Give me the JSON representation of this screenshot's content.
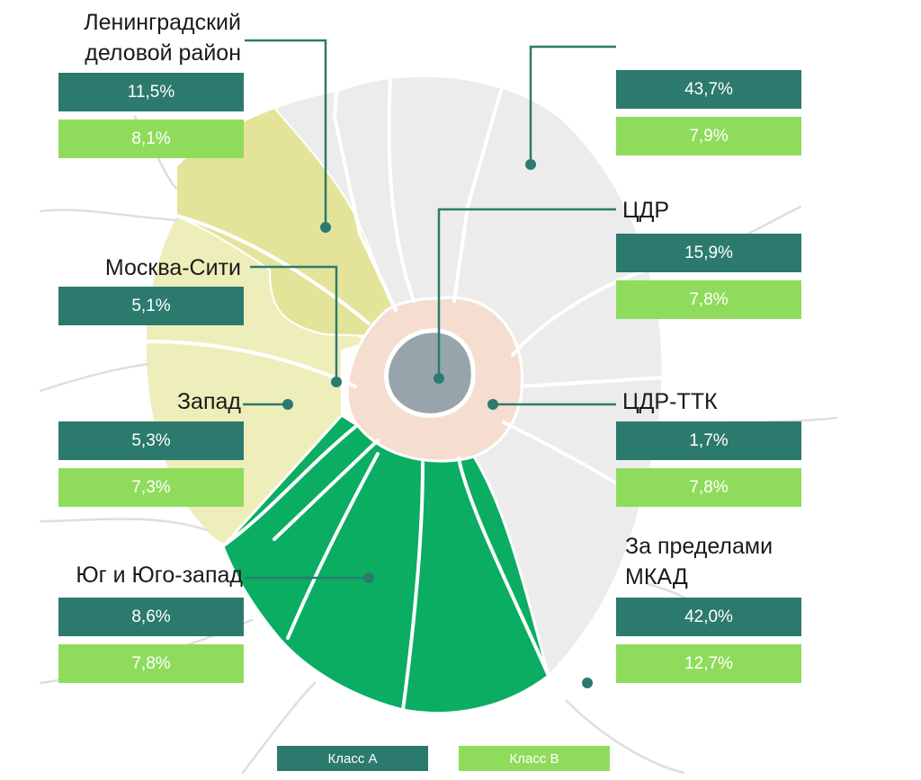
{
  "colors": {
    "class_a": "#2c7a6d",
    "class_b": "#8fdc5c",
    "leningradsky": "#e3e49a",
    "zapad": "#eeeebb",
    "yug": "#0bad63",
    "cdr": "#98a4ac",
    "cdr_ttk": "#f5ded0",
    "outside": "#ececec",
    "leader": "#2c7a6d"
  },
  "districts": [
    {
      "id": "leningradsky",
      "name": "Ленинградский деловой район",
      "class_a": "11,5%",
      "class_b": "8,1%"
    },
    {
      "id": "moscow_city",
      "name": "Москва-Сити",
      "class_a": "5,1%"
    },
    {
      "id": "zapad",
      "name": "Запад",
      "class_a": "5,3%",
      "class_b": "7,3%"
    },
    {
      "id": "yug",
      "name": "Юг и Юго-запад",
      "class_a": "8,6%",
      "class_b": "7,8%"
    },
    {
      "id": "north_east",
      "name": "",
      "class_a": "43,7%",
      "class_b": "7,9%"
    },
    {
      "id": "cdr",
      "name": "ЦДР",
      "class_a": "15,9%",
      "class_b": "7,8%"
    },
    {
      "id": "cdr_ttk",
      "name": "ЦДР-ТТК",
      "class_a": "1,7%",
      "class_b": "7,8%"
    },
    {
      "id": "outside_mkad",
      "name": "За пределами МКАД",
      "class_a": "42,0%",
      "class_b": "12,7%"
    }
  ],
  "labels": {
    "leningradsky_line1": "Ленинградский",
    "leningradsky_line2": "деловой район",
    "outside_line1": "За пределами",
    "outside_line2": "МКАД"
  },
  "legend": {
    "class_a": "Класс А",
    "class_b": "Класс B"
  }
}
